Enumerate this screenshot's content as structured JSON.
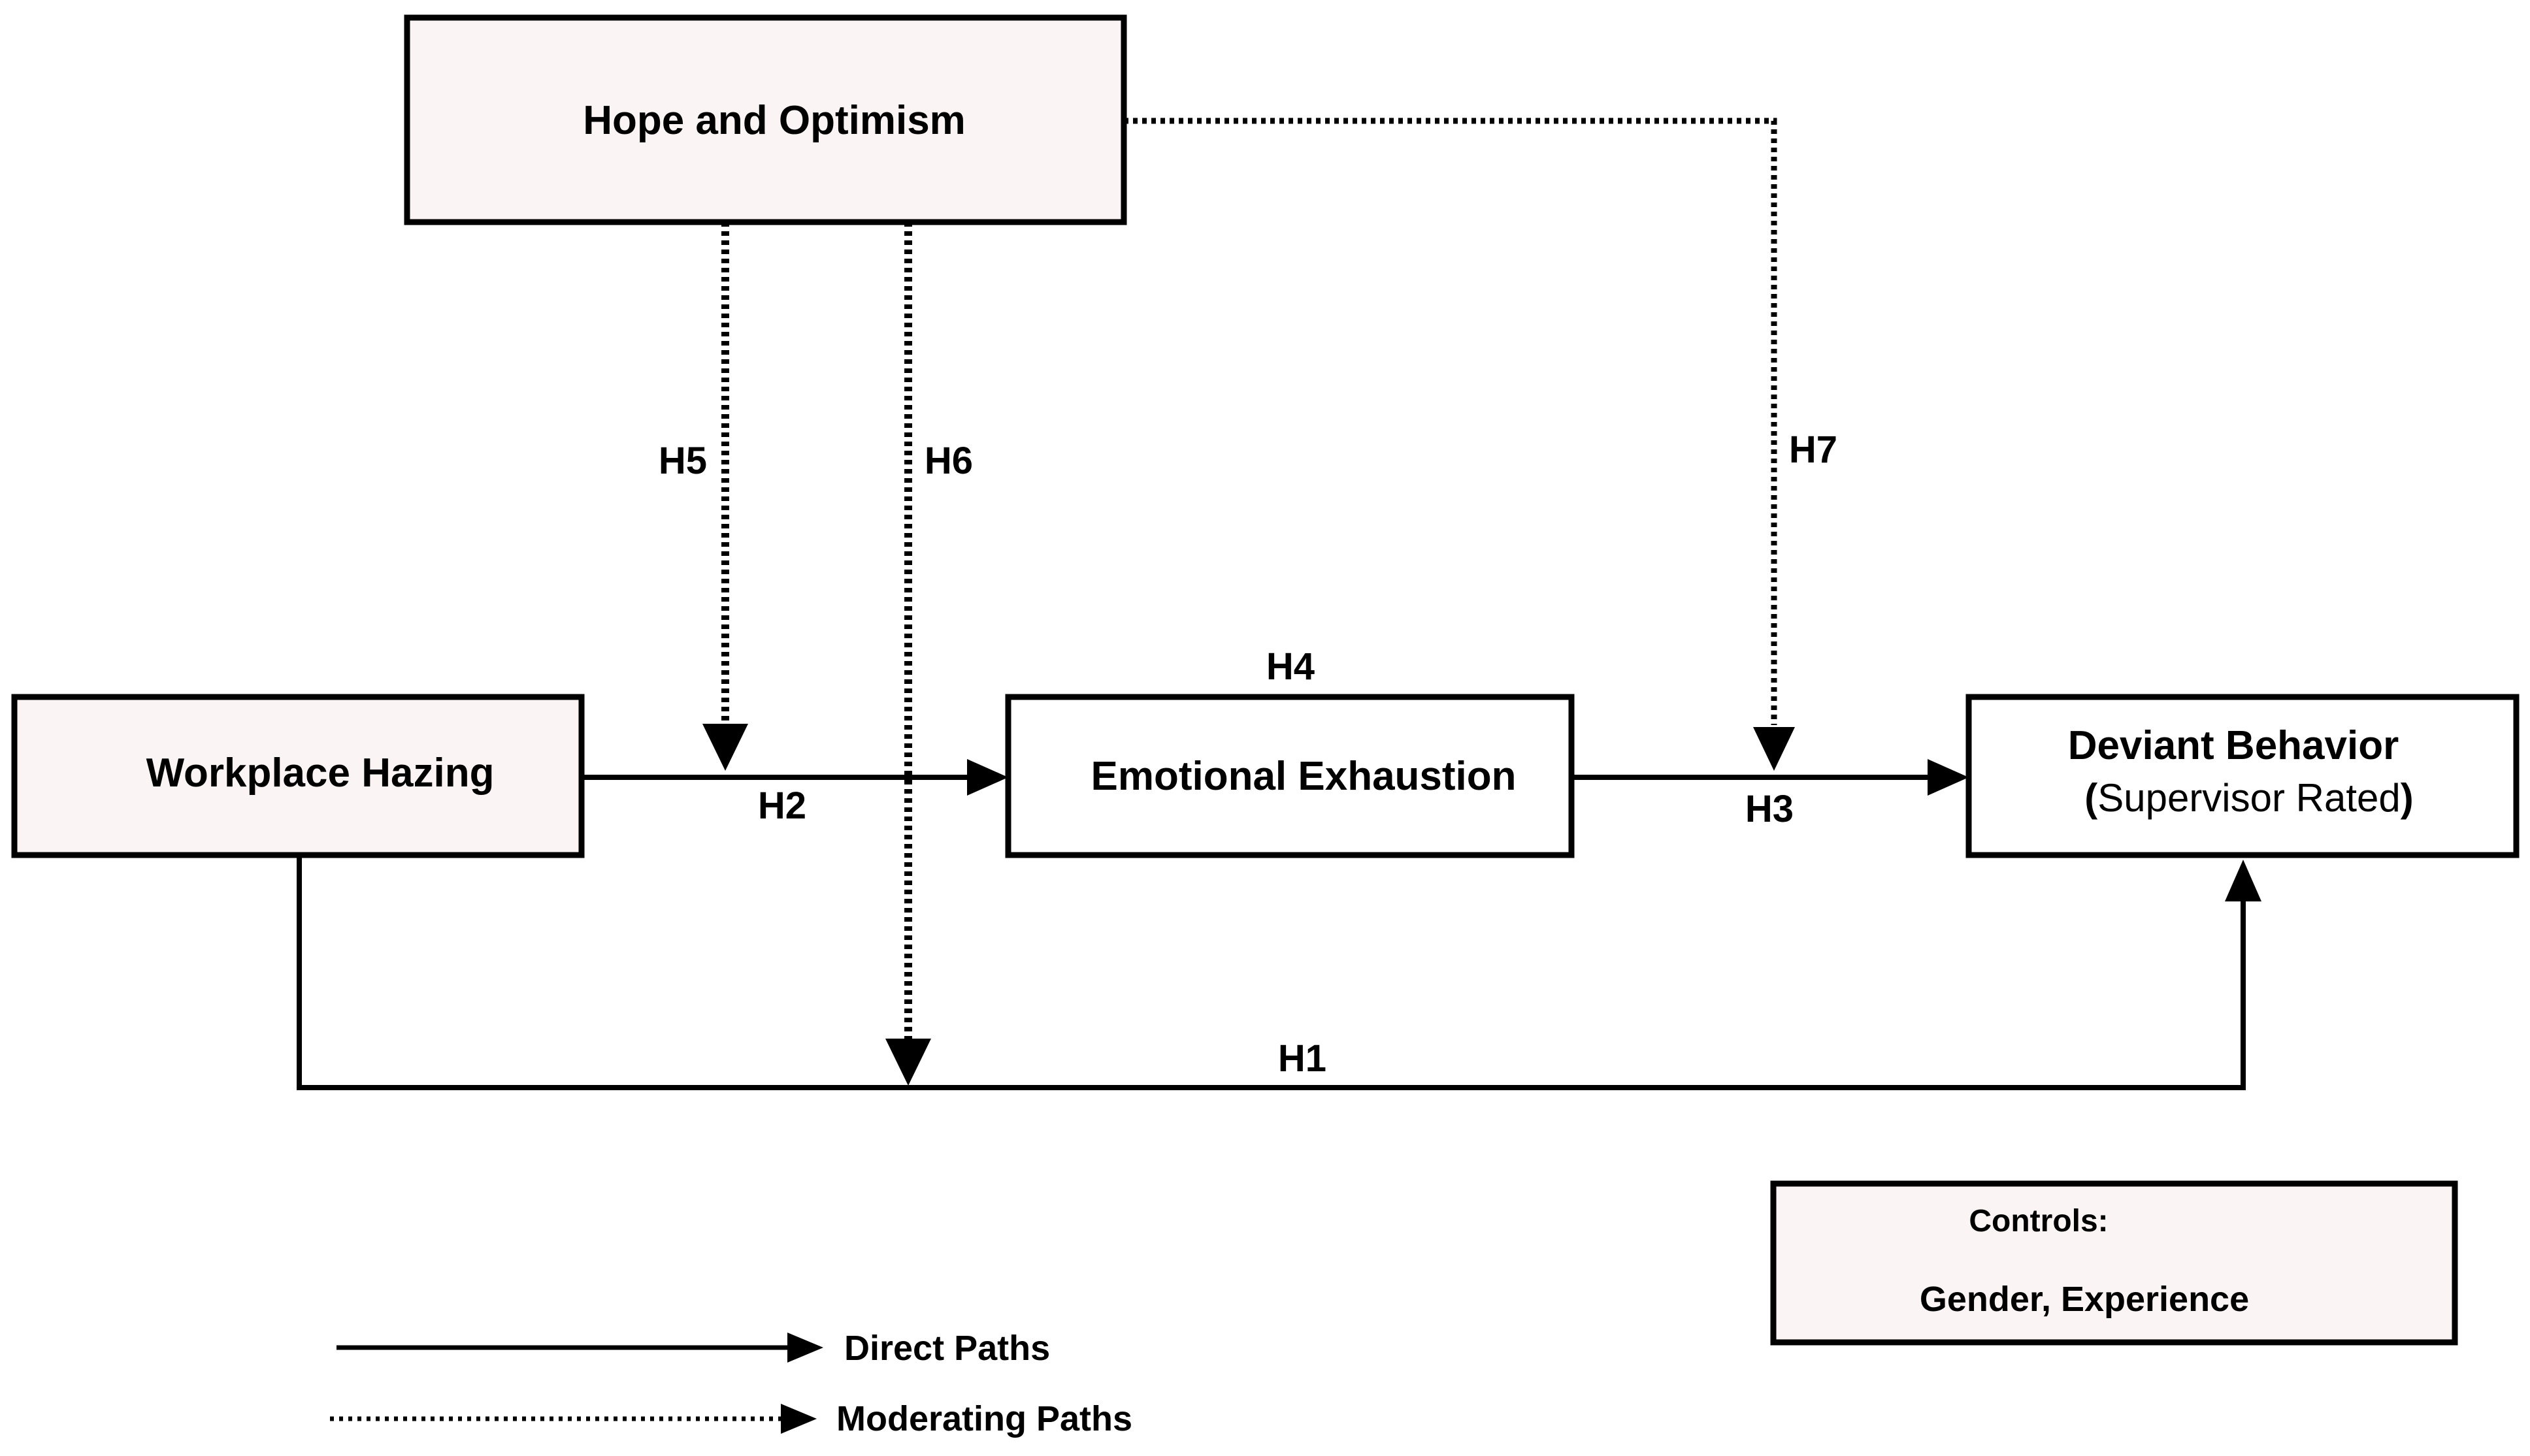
{
  "colors": {
    "box_fill_pink": "#fbf4f5",
    "box_fill_white": "#ffffff",
    "stroke": "#000000"
  },
  "nodes": {
    "hope": "Hope and Optimism",
    "hazing": "Workplace Hazing",
    "exhaustion": "Emotional Exhaustion",
    "deviant_title": "Deviant Behavior",
    "deviant_open": "(",
    "deviant_sub": "Supervisor Rated",
    "deviant_close": ")"
  },
  "paths": {
    "h1": "H1",
    "h2": "H2",
    "h3": "H3",
    "h4": "H4",
    "h5": "H5",
    "h6": "H6",
    "h7": "H7"
  },
  "controls": {
    "title": "Controls:",
    "items": "Gender, Experience"
  },
  "legend": {
    "direct": "Direct Paths",
    "moderating": "Moderating Paths"
  }
}
